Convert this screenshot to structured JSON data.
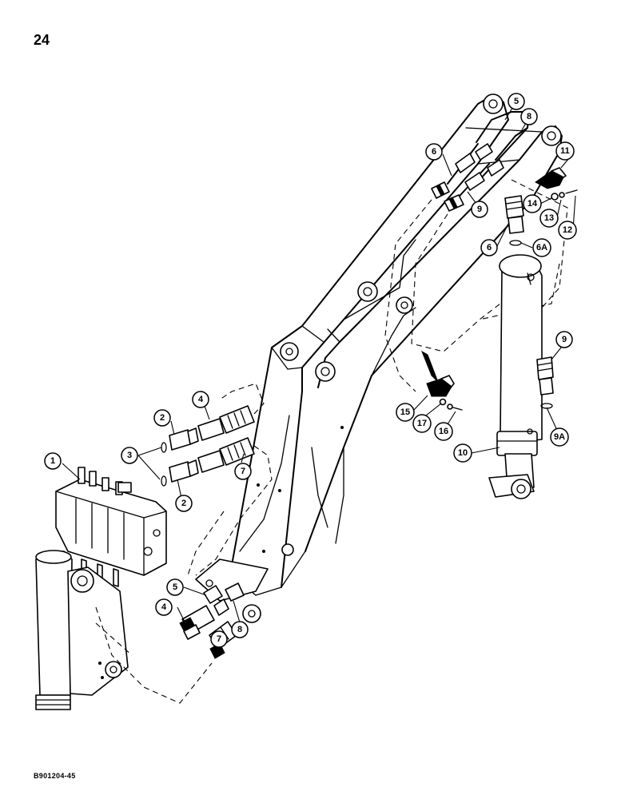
{
  "page": {
    "number": "24",
    "figure_code": "B901204-45"
  },
  "callouts": [
    {
      "id": "c1",
      "label": "1"
    },
    {
      "id": "c2a",
      "label": "2"
    },
    {
      "id": "c2b",
      "label": "2"
    },
    {
      "id": "c3",
      "label": "3"
    },
    {
      "id": "c4a",
      "label": "4"
    },
    {
      "id": "c4b",
      "label": "4"
    },
    {
      "id": "c5a",
      "label": "5"
    },
    {
      "id": "c5b",
      "label": "5"
    },
    {
      "id": "c6a",
      "label": "6"
    },
    {
      "id": "c6b",
      "label": "6"
    },
    {
      "id": "c6A",
      "label": "6A"
    },
    {
      "id": "c7a",
      "label": "7"
    },
    {
      "id": "c7b",
      "label": "7"
    },
    {
      "id": "c8a",
      "label": "8"
    },
    {
      "id": "c8b",
      "label": "8"
    },
    {
      "id": "c9a",
      "label": "9"
    },
    {
      "id": "c9b",
      "label": "9"
    },
    {
      "id": "c9A",
      "label": "9A"
    },
    {
      "id": "c10",
      "label": "10"
    },
    {
      "id": "c11",
      "label": "11"
    },
    {
      "id": "c12",
      "label": "12"
    },
    {
      "id": "c13",
      "label": "13"
    },
    {
      "id": "c14",
      "label": "14"
    },
    {
      "id": "c15",
      "label": "15"
    },
    {
      "id": "c16",
      "label": "16"
    },
    {
      "id": "c17",
      "label": "17"
    }
  ]
}
